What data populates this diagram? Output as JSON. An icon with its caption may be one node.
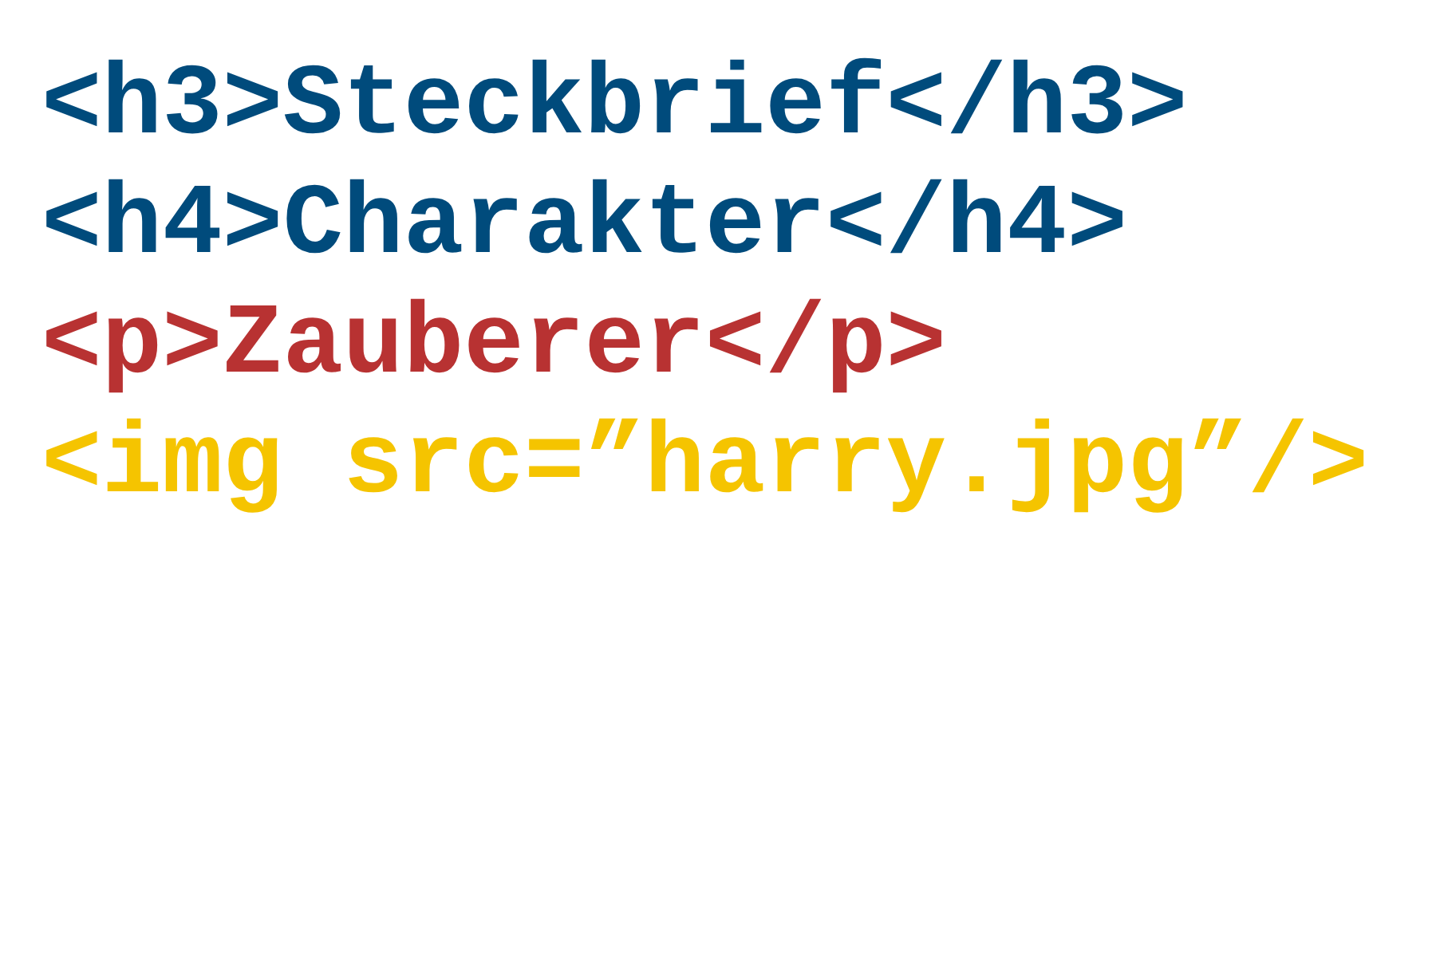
{
  "diagram": {
    "labels": [
      "<h3>Steckbrief</h3>",
      "<h4>Charakter</h4>",
      "<p>Zauberer</p>",
      "<img src=”harry.jpg”/>"
    ]
  }
}
